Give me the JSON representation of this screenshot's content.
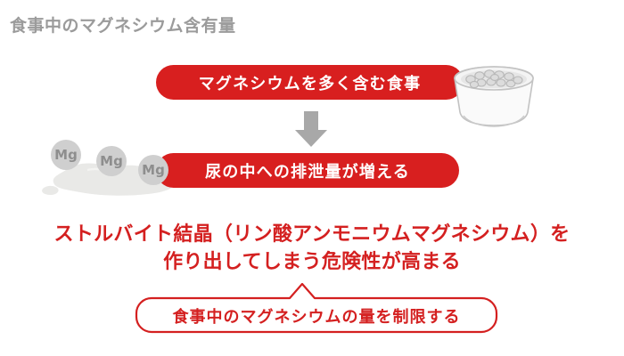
{
  "page": {
    "title": "食事中のマグネシウム含有量",
    "background_color": "#ffffff"
  },
  "colors": {
    "red": "#d81f1f",
    "red_text": "#d42020",
    "title_gray": "#9b9b9b",
    "arrow_gray": "#a8a8a8",
    "mg_circle_gray": "#cfcfcf",
    "mg_text_gray": "#8e8e8e",
    "puddle_gray": "#e9e9e7",
    "bowl_outline_gray": "#bdbdbd"
  },
  "flow": {
    "step1": {
      "label": "マグネシウムを多く含む食事",
      "icon": "dog-food-bowl-icon"
    },
    "arrow": {
      "icon": "arrow-down-icon"
    },
    "step2": {
      "label": "尿の中への排泄量が増える",
      "icon": "urine-puddle-icon",
      "molecules": [
        {
          "label": "Mg"
        },
        {
          "label": "Mg"
        },
        {
          "label": "Mg"
        }
      ]
    },
    "warning": {
      "line1": "ストルバイト結晶（リン酸アンモニウムマグネシウム）を",
      "line2": "作り出してしまう危険性が高まる"
    },
    "conclusion": {
      "label": "食事中のマグネシウムの量を制限する"
    }
  }
}
